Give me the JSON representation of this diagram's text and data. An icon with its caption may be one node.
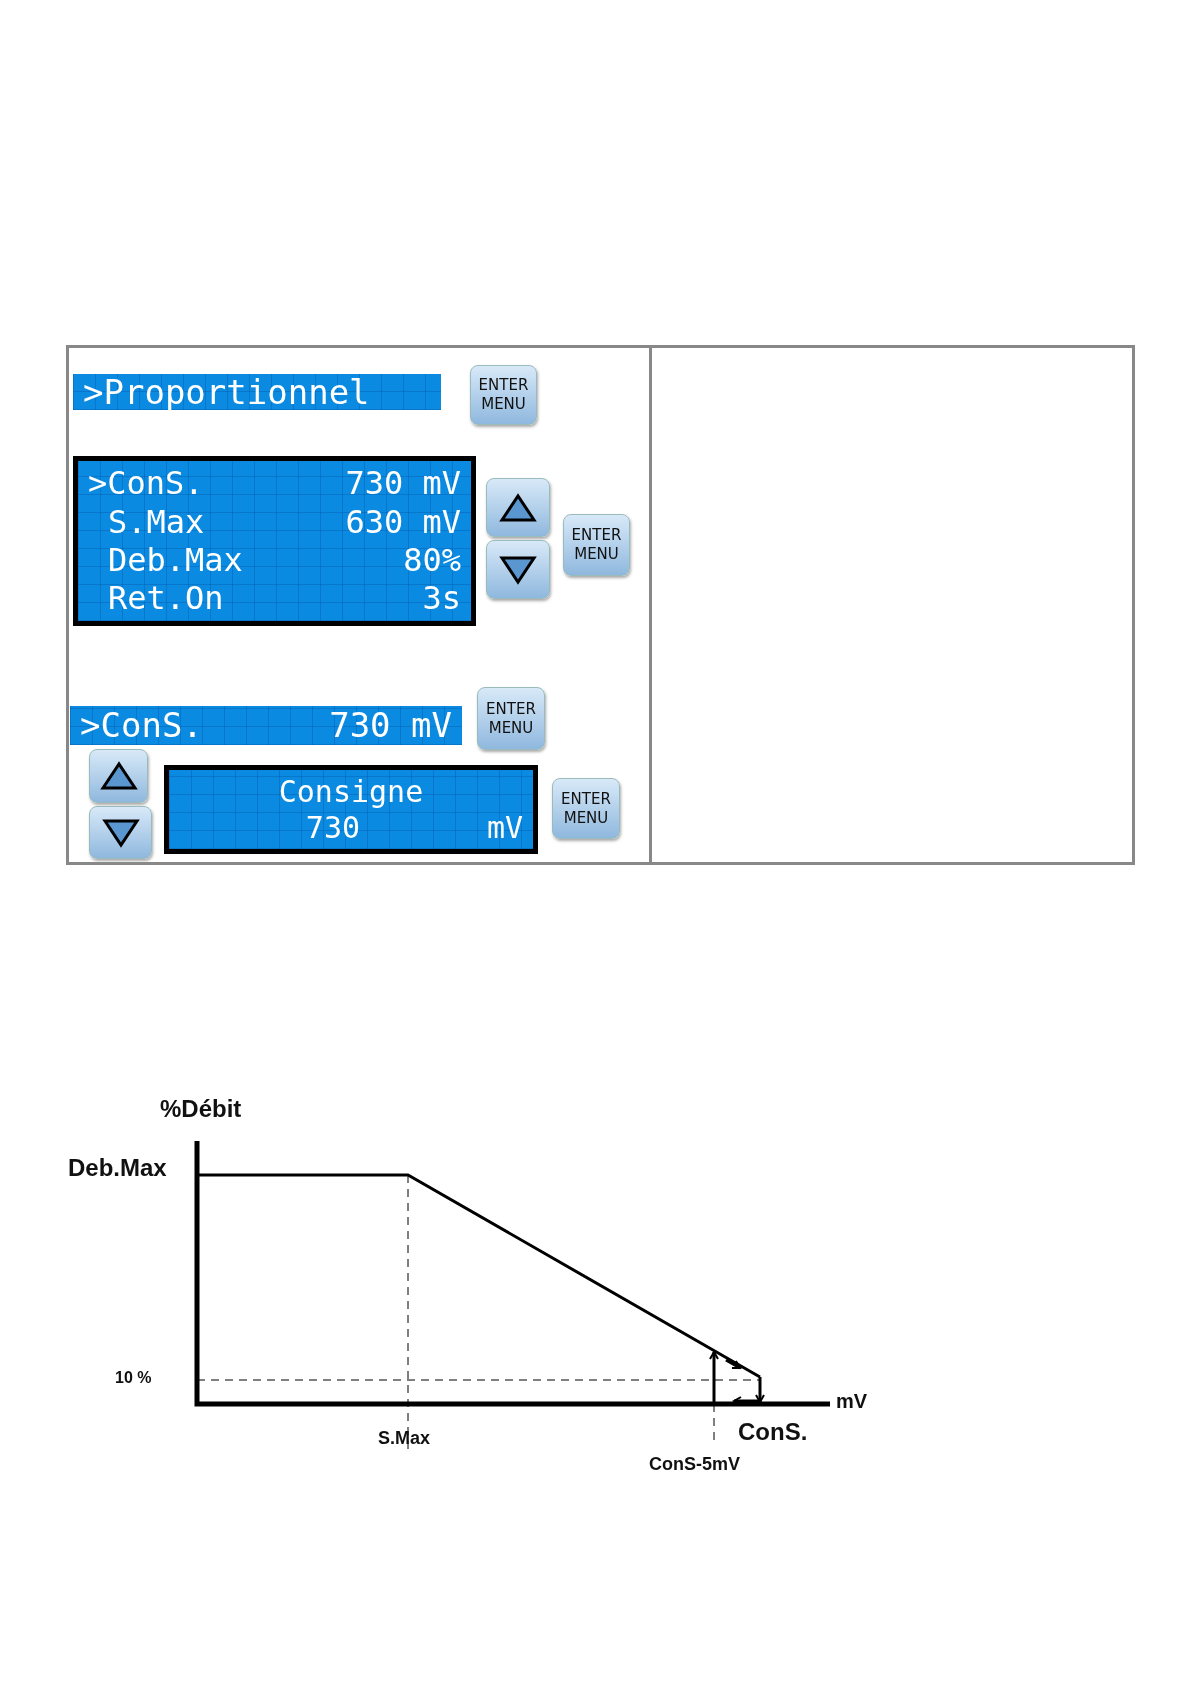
{
  "diagram": {
    "nodes": [
      {
        "text": [
          ">Proportionnel"
        ]
      },
      {
        "text": [
          "ENTER MENU"
        ]
      },
      {
        "text": [
          ">ConS.",
          "730 mV",
          "S.Max",
          "630 mV",
          "Deb.Max",
          "80%",
          "Ret.On",
          "3s"
        ]
      },
      {
        "text": [],
        "shape": "box"
      },
      {
        "text": [],
        "shape": "box"
      },
      {
        "text": [
          "ENTER MENU"
        ]
      },
      {
        "text": [
          ">ConS.",
          "730 mV"
        ]
      },
      {
        "text": [
          "ENTER MENU"
        ]
      },
      {
        "text": [],
        "shape": "box"
      },
      {
        "text": [],
        "shape": "box"
      },
      {
        "text": [
          "Consigne",
          "730",
          "mV"
        ]
      },
      {
        "text": [
          "ENTER MENU"
        ]
      }
    ],
    "edges": [],
    "labels": [
      "%Débit",
      "Deb.Max",
      "10 %",
      "mV",
      "S.Max",
      "ConS.",
      "ConS-5mV"
    ]
  }
}
